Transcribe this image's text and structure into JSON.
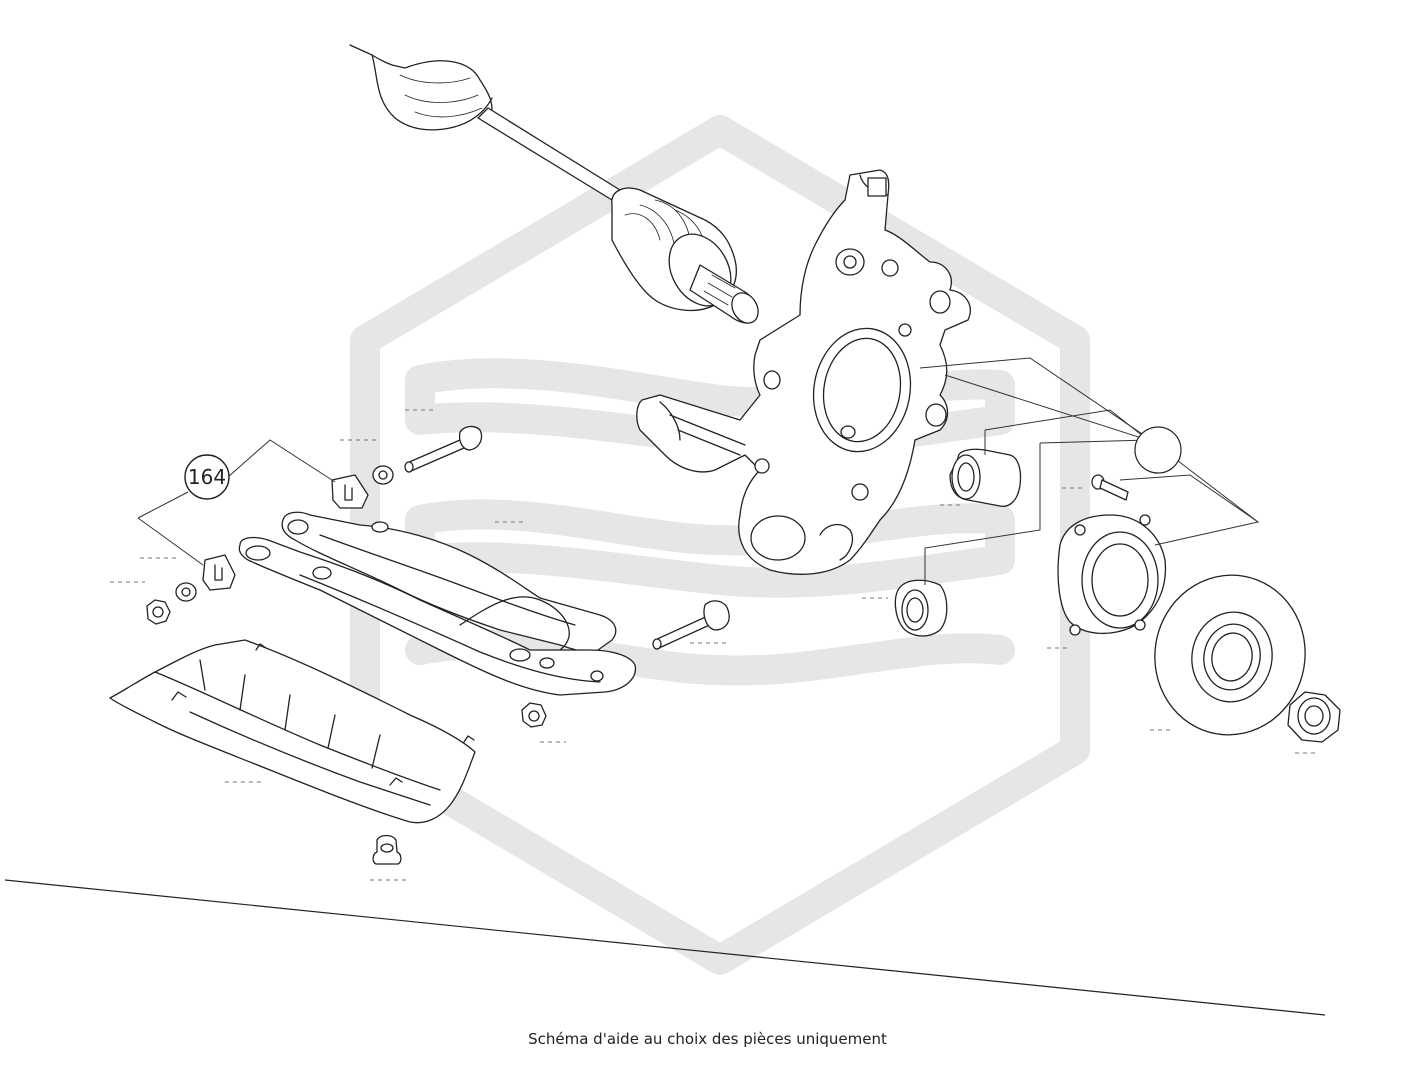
{
  "caption": "Schéma d'aide au choix des pièces uniquement",
  "callouts": [
    {
      "id": "callout-164",
      "label": "164"
    },
    {
      "id": "callout-blank",
      "label": ""
    }
  ],
  "icons": {
    "watermark": "hexagon-logo-watermark",
    "callout": "reference-number-circle"
  },
  "colors": {
    "line": "#222222",
    "watermark": "#e6e6e6",
    "background": "#ffffff"
  }
}
